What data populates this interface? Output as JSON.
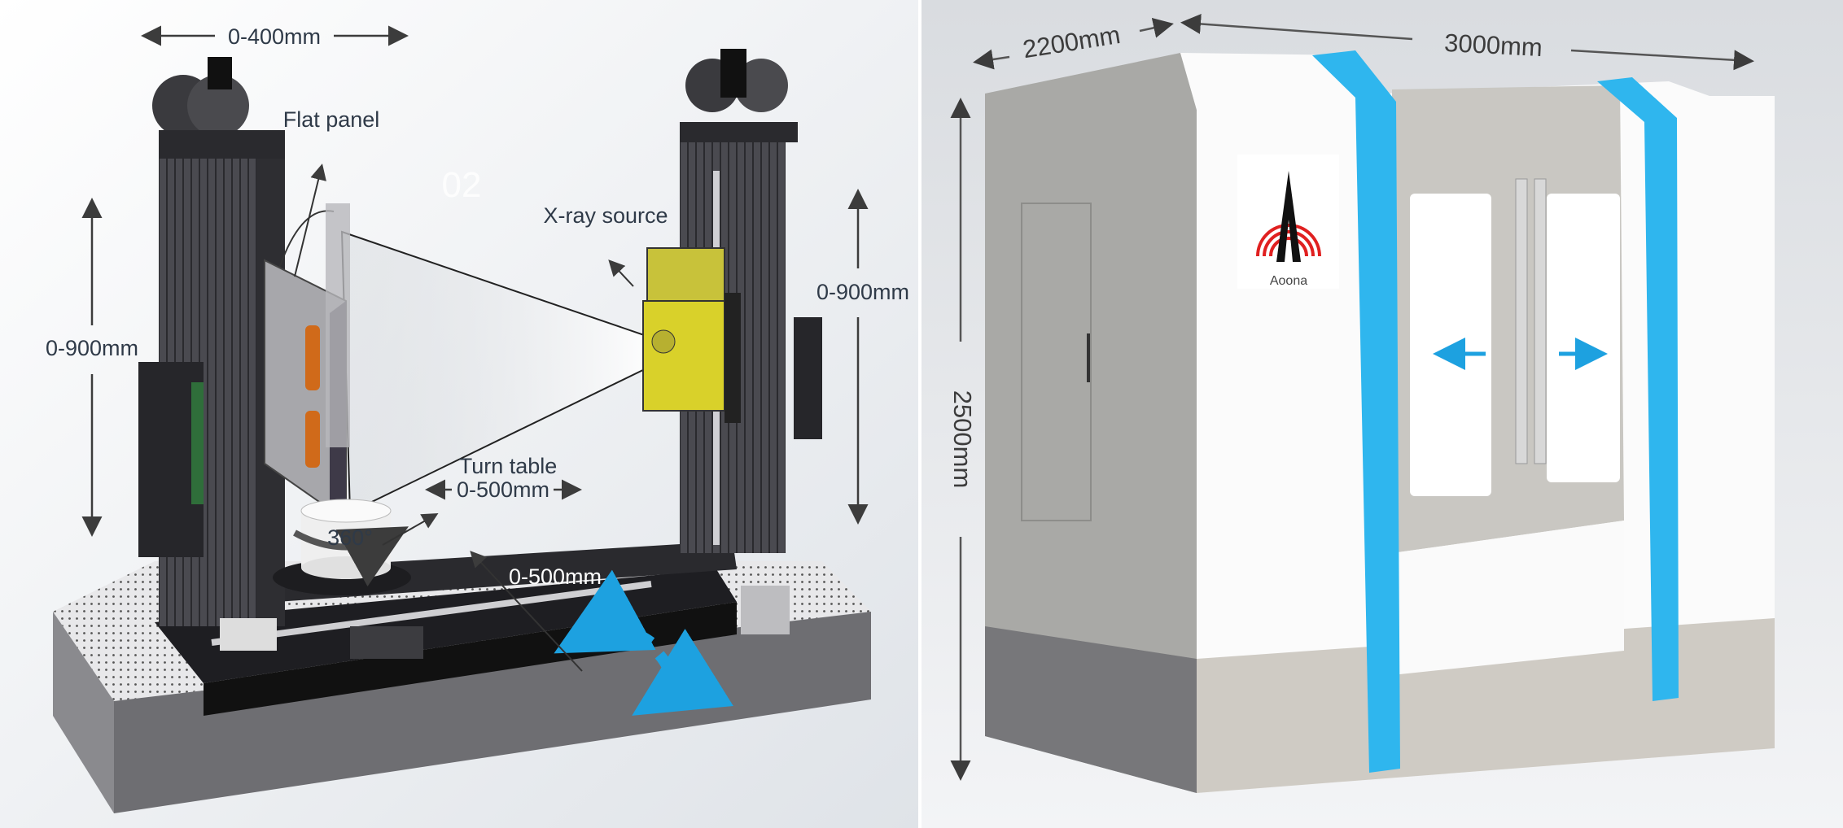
{
  "left_panel": {
    "labels": {
      "width_range": "0-400mm",
      "flat_panel": "Flat panel",
      "watermark": "02",
      "xray_source": "X-ray source",
      "left_height_range": "0-900mm",
      "right_height_range": "0-900mm",
      "turn_table": "Turn table",
      "turn_table_range": "0-500mm",
      "rotation": "360°",
      "rail_range": "0-500mm"
    },
    "colors": {
      "rotation_arrows": "#1da1e0",
      "xray_source": "#d9d12a",
      "frame": "#3a3a3e"
    }
  },
  "right_panel": {
    "labels": {
      "depth": "2200mm",
      "width": "3000mm",
      "height": "2500mm"
    },
    "logo_text": "Aoona",
    "colors": {
      "accent_bands": "#2fb6ee",
      "logo_red": "#e02020",
      "door_arrows": "#1da1e0"
    }
  }
}
